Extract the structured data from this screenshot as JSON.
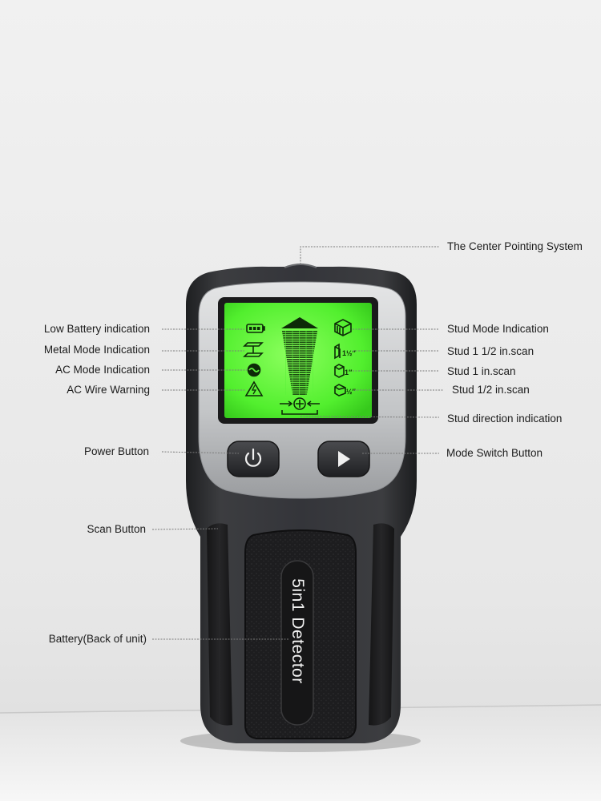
{
  "brand_text": "5in1  Detector",
  "labels_left": [
    {
      "id": "low-battery",
      "text": "Low Battery indication"
    },
    {
      "id": "metal-mode",
      "text": "Metal Mode Indication"
    },
    {
      "id": "ac-mode",
      "text": "AC Mode Indication"
    },
    {
      "id": "ac-wire",
      "text": "AC Wire Warning"
    },
    {
      "id": "power-button",
      "text": "Power Button"
    },
    {
      "id": "scan-button",
      "text": "Scan Button"
    },
    {
      "id": "battery",
      "text": "Battery(Back of unit)"
    }
  ],
  "labels_right": [
    {
      "id": "center-pointing",
      "text": "The Center Pointing System"
    },
    {
      "id": "stud-mode",
      "text": "Stud Mode Indication"
    },
    {
      "id": "stud-1-5",
      "text": "Stud 1 1/2 in.scan"
    },
    {
      "id": "stud-1",
      "text": "Stud 1 in.scan"
    },
    {
      "id": "stud-0-5",
      "text": "Stud 1/2 in.scan"
    },
    {
      "id": "stud-direction",
      "text": "Stud direction indication"
    },
    {
      "id": "mode-switch",
      "text": "Mode Switch Button"
    }
  ],
  "lcd_marks": [
    "1½″",
    "1″",
    "½″"
  ],
  "colors": {
    "lcd_green": "#5cf23a",
    "body_dark": "#2f3033",
    "bezel_silver": "#c9cbcc",
    "wall": "#e9e9e9"
  },
  "icons": [
    "battery-icon",
    "i-beam-icon",
    "ac-wave-icon",
    "ac-warning-icon",
    "stud-icon",
    "power-icon",
    "play-icon",
    "crosshair-icon"
  ]
}
